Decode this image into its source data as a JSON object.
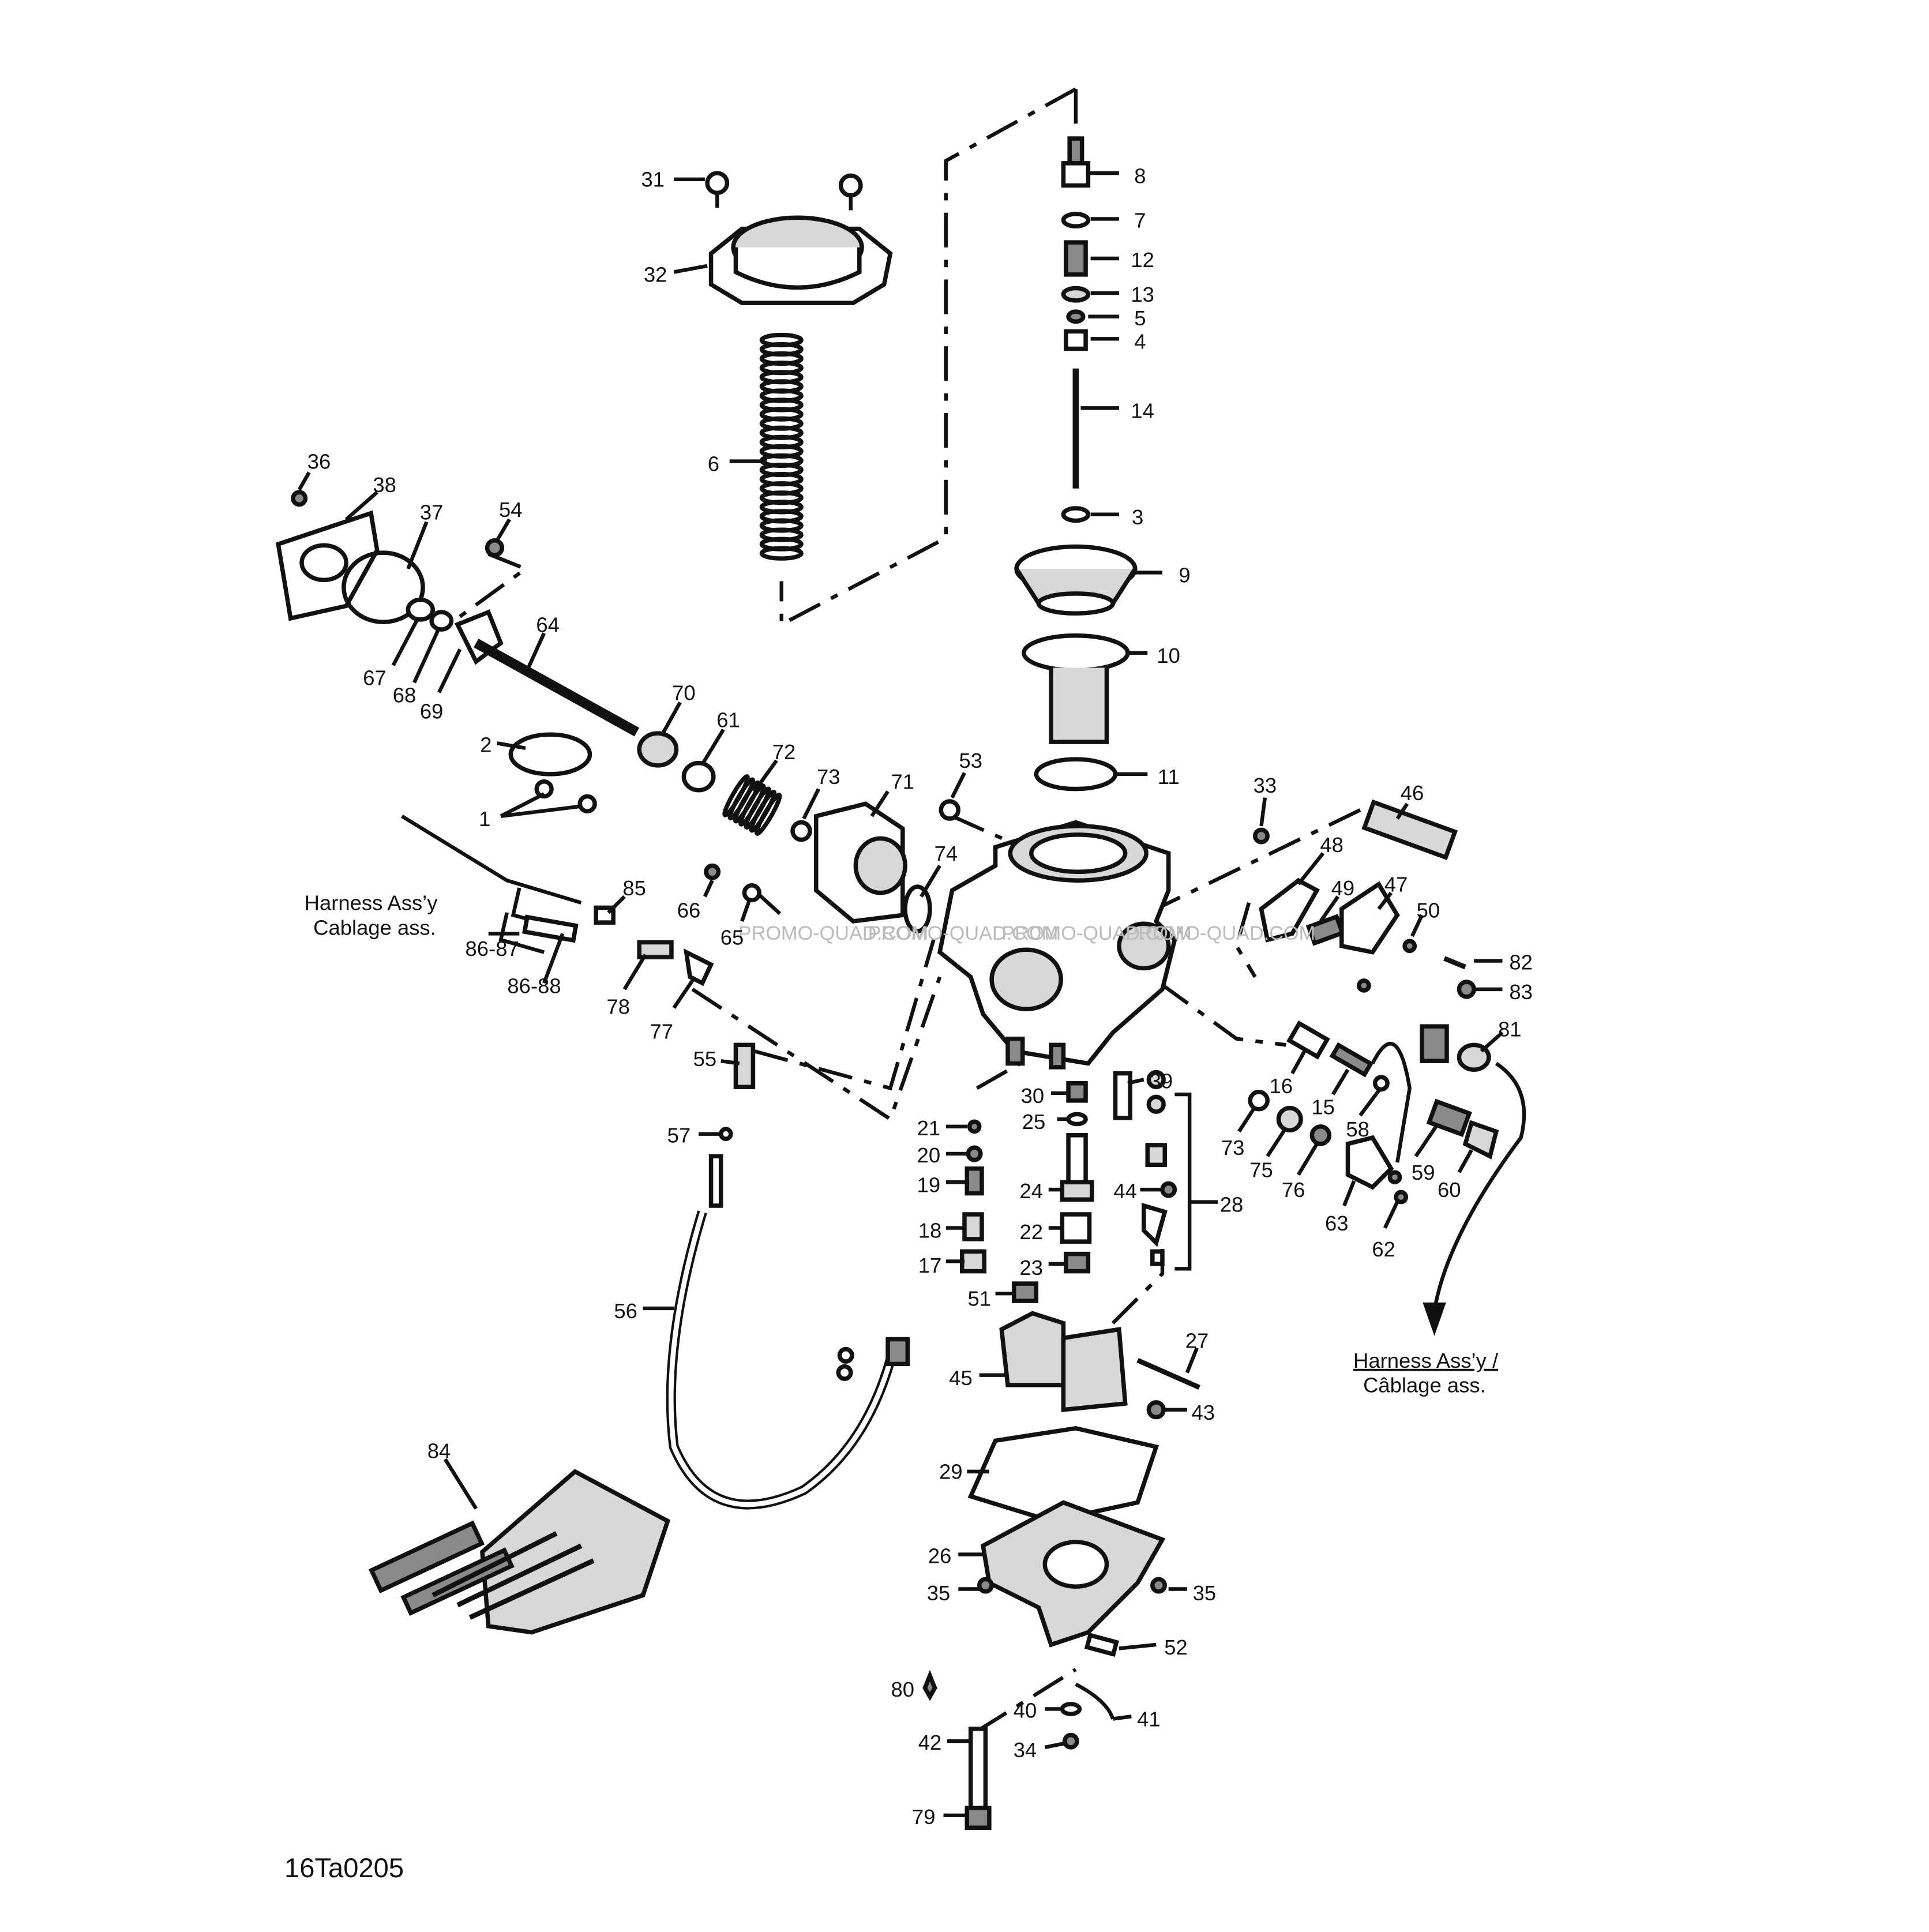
{
  "diagram_code": "16Ta0205",
  "watermark": "PROMO-QUAD.COM",
  "harness_left": {
    "line1": "Harness Ass’y",
    "line2": "Cablage ass."
  },
  "harness_right": {
    "line1": "Harness Ass’y /",
    "line2": "Câblage ass."
  },
  "callouts": [
    "31",
    "32",
    "6",
    "8",
    "7",
    "12",
    "13",
    "5",
    "4",
    "14",
    "3",
    "9",
    "10",
    "11",
    "36",
    "38",
    "37",
    "54",
    "64",
    "67",
    "68",
    "69",
    "70",
    "61",
    "72",
    "73",
    "71",
    "53",
    "2",
    "1",
    "85",
    "66",
    "65",
    "74",
    "86-87",
    "86-88",
    "78",
    "77",
    "55",
    "33",
    "46",
    "48",
    "49",
    "47",
    "50",
    "82",
    "83",
    "81",
    "16",
    "15",
    "58",
    "73",
    "75",
    "76",
    "59",
    "60",
    "63",
    "62",
    "30",
    "39",
    "21",
    "25",
    "20",
    "19",
    "24",
    "44",
    "28",
    "18",
    "22",
    "17",
    "23",
    "51",
    "57",
    "56",
    "27",
    "45",
    "43",
    "29",
    "26",
    "35",
    "35",
    "52",
    "80",
    "40",
    "41",
    "42",
    "34",
    "79",
    "84"
  ]
}
